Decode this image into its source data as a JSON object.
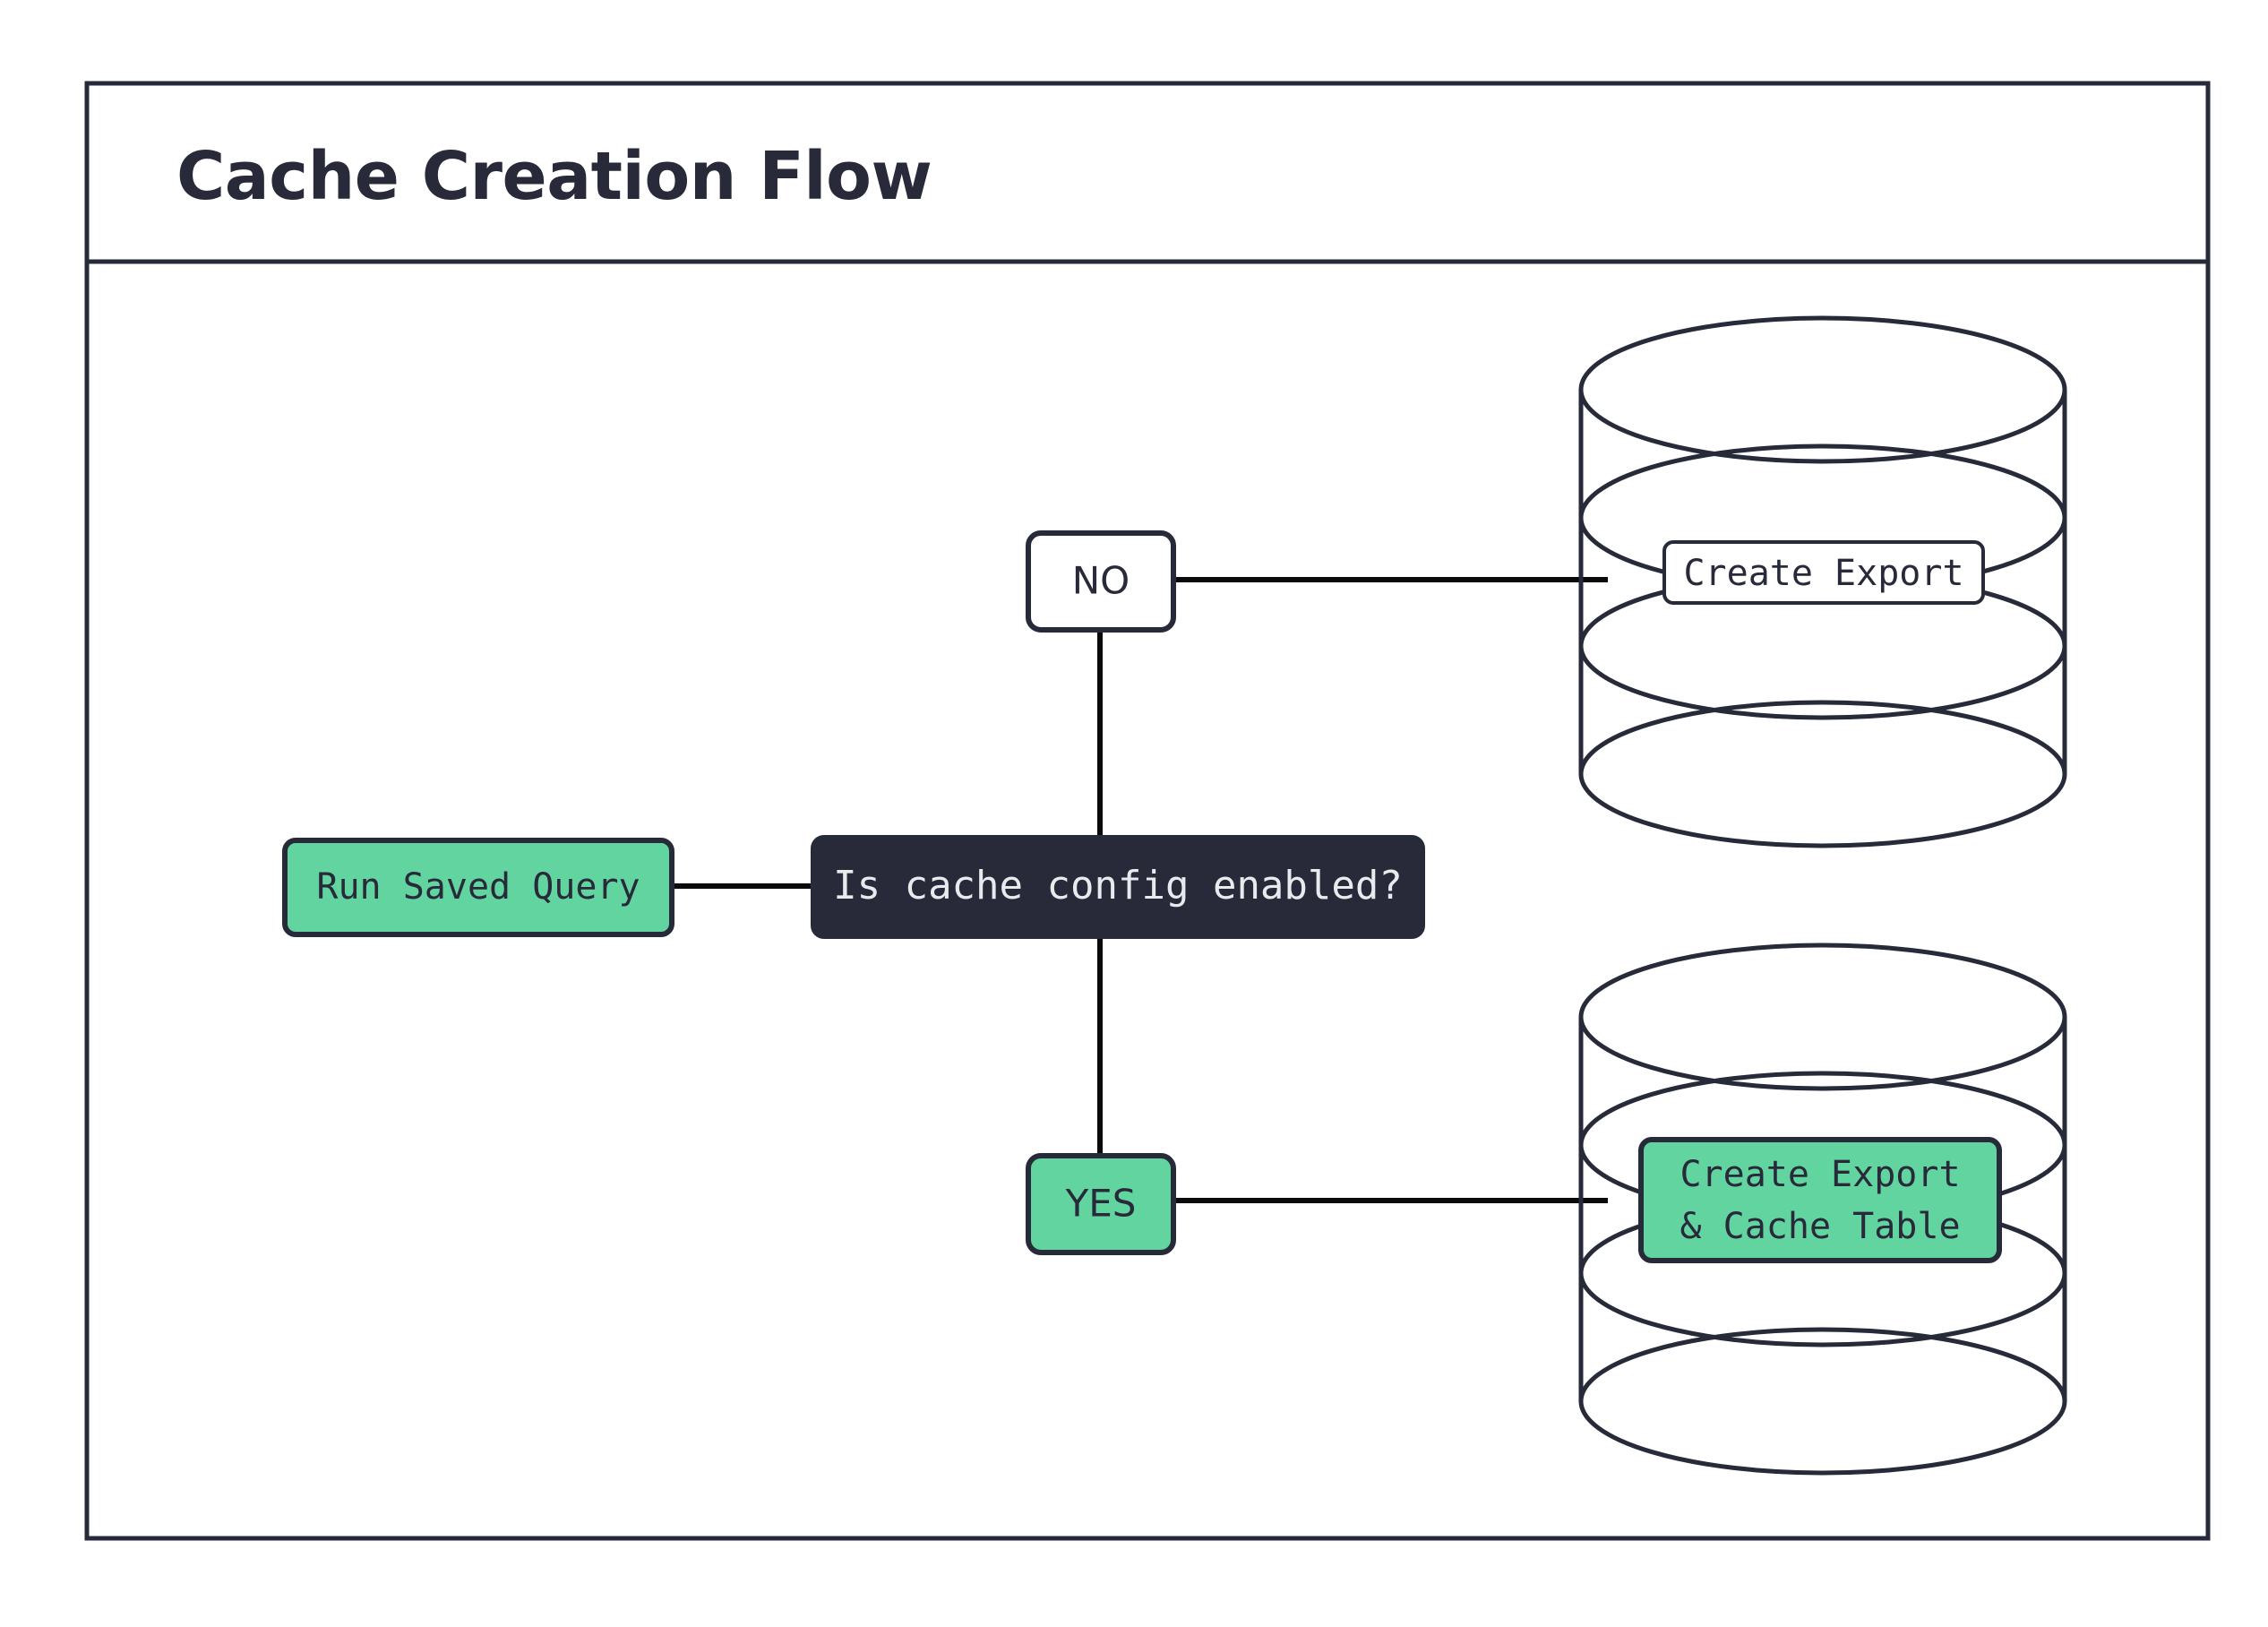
{
  "diagram": {
    "title": "Cache Creation Flow",
    "frame": {
      "border_color": "#272a38",
      "background": "#ffffff"
    },
    "colors": {
      "green": "#62d4a0",
      "dark": "#282a3a",
      "white": "#ffffff",
      "stroke": "#272a38",
      "edge": "#0a0a0a"
    },
    "nodes": {
      "start": {
        "label": "Run Saved Query",
        "shape": "rounded-rect",
        "fill": "#62d4a0",
        "text_style": "mono"
      },
      "decision": {
        "label": "Is cache config enabled?",
        "shape": "rounded-rect",
        "fill": "#282a3a",
        "text_style": "mono"
      },
      "branch_no": {
        "label": "NO",
        "shape": "rounded-rect",
        "fill": "#ffffff",
        "text_style": "sans"
      },
      "branch_yes": {
        "label": "YES",
        "shape": "rounded-rect",
        "fill": "#62d4a0",
        "text_style": "sans"
      },
      "db_top": {
        "shape": "database-cylinder",
        "label": "Create Export",
        "label_fill": "#ffffff",
        "label_lines": [
          "Create Export"
        ]
      },
      "db_bottom": {
        "shape": "database-cylinder",
        "label": "Create Export & Cache Table",
        "label_fill": "#62d4a0",
        "label_lines": [
          "Create Export",
          "& Cache Table"
        ]
      }
    },
    "edges": [
      {
        "from": "start",
        "to": "decision",
        "label": ""
      },
      {
        "from": "decision",
        "to": "branch_no",
        "label": ""
      },
      {
        "from": "branch_no",
        "to": "db_top",
        "label": ""
      },
      {
        "from": "decision",
        "to": "branch_yes",
        "label": ""
      },
      {
        "from": "branch_yes",
        "to": "db_bottom",
        "label": ""
      }
    ]
  }
}
